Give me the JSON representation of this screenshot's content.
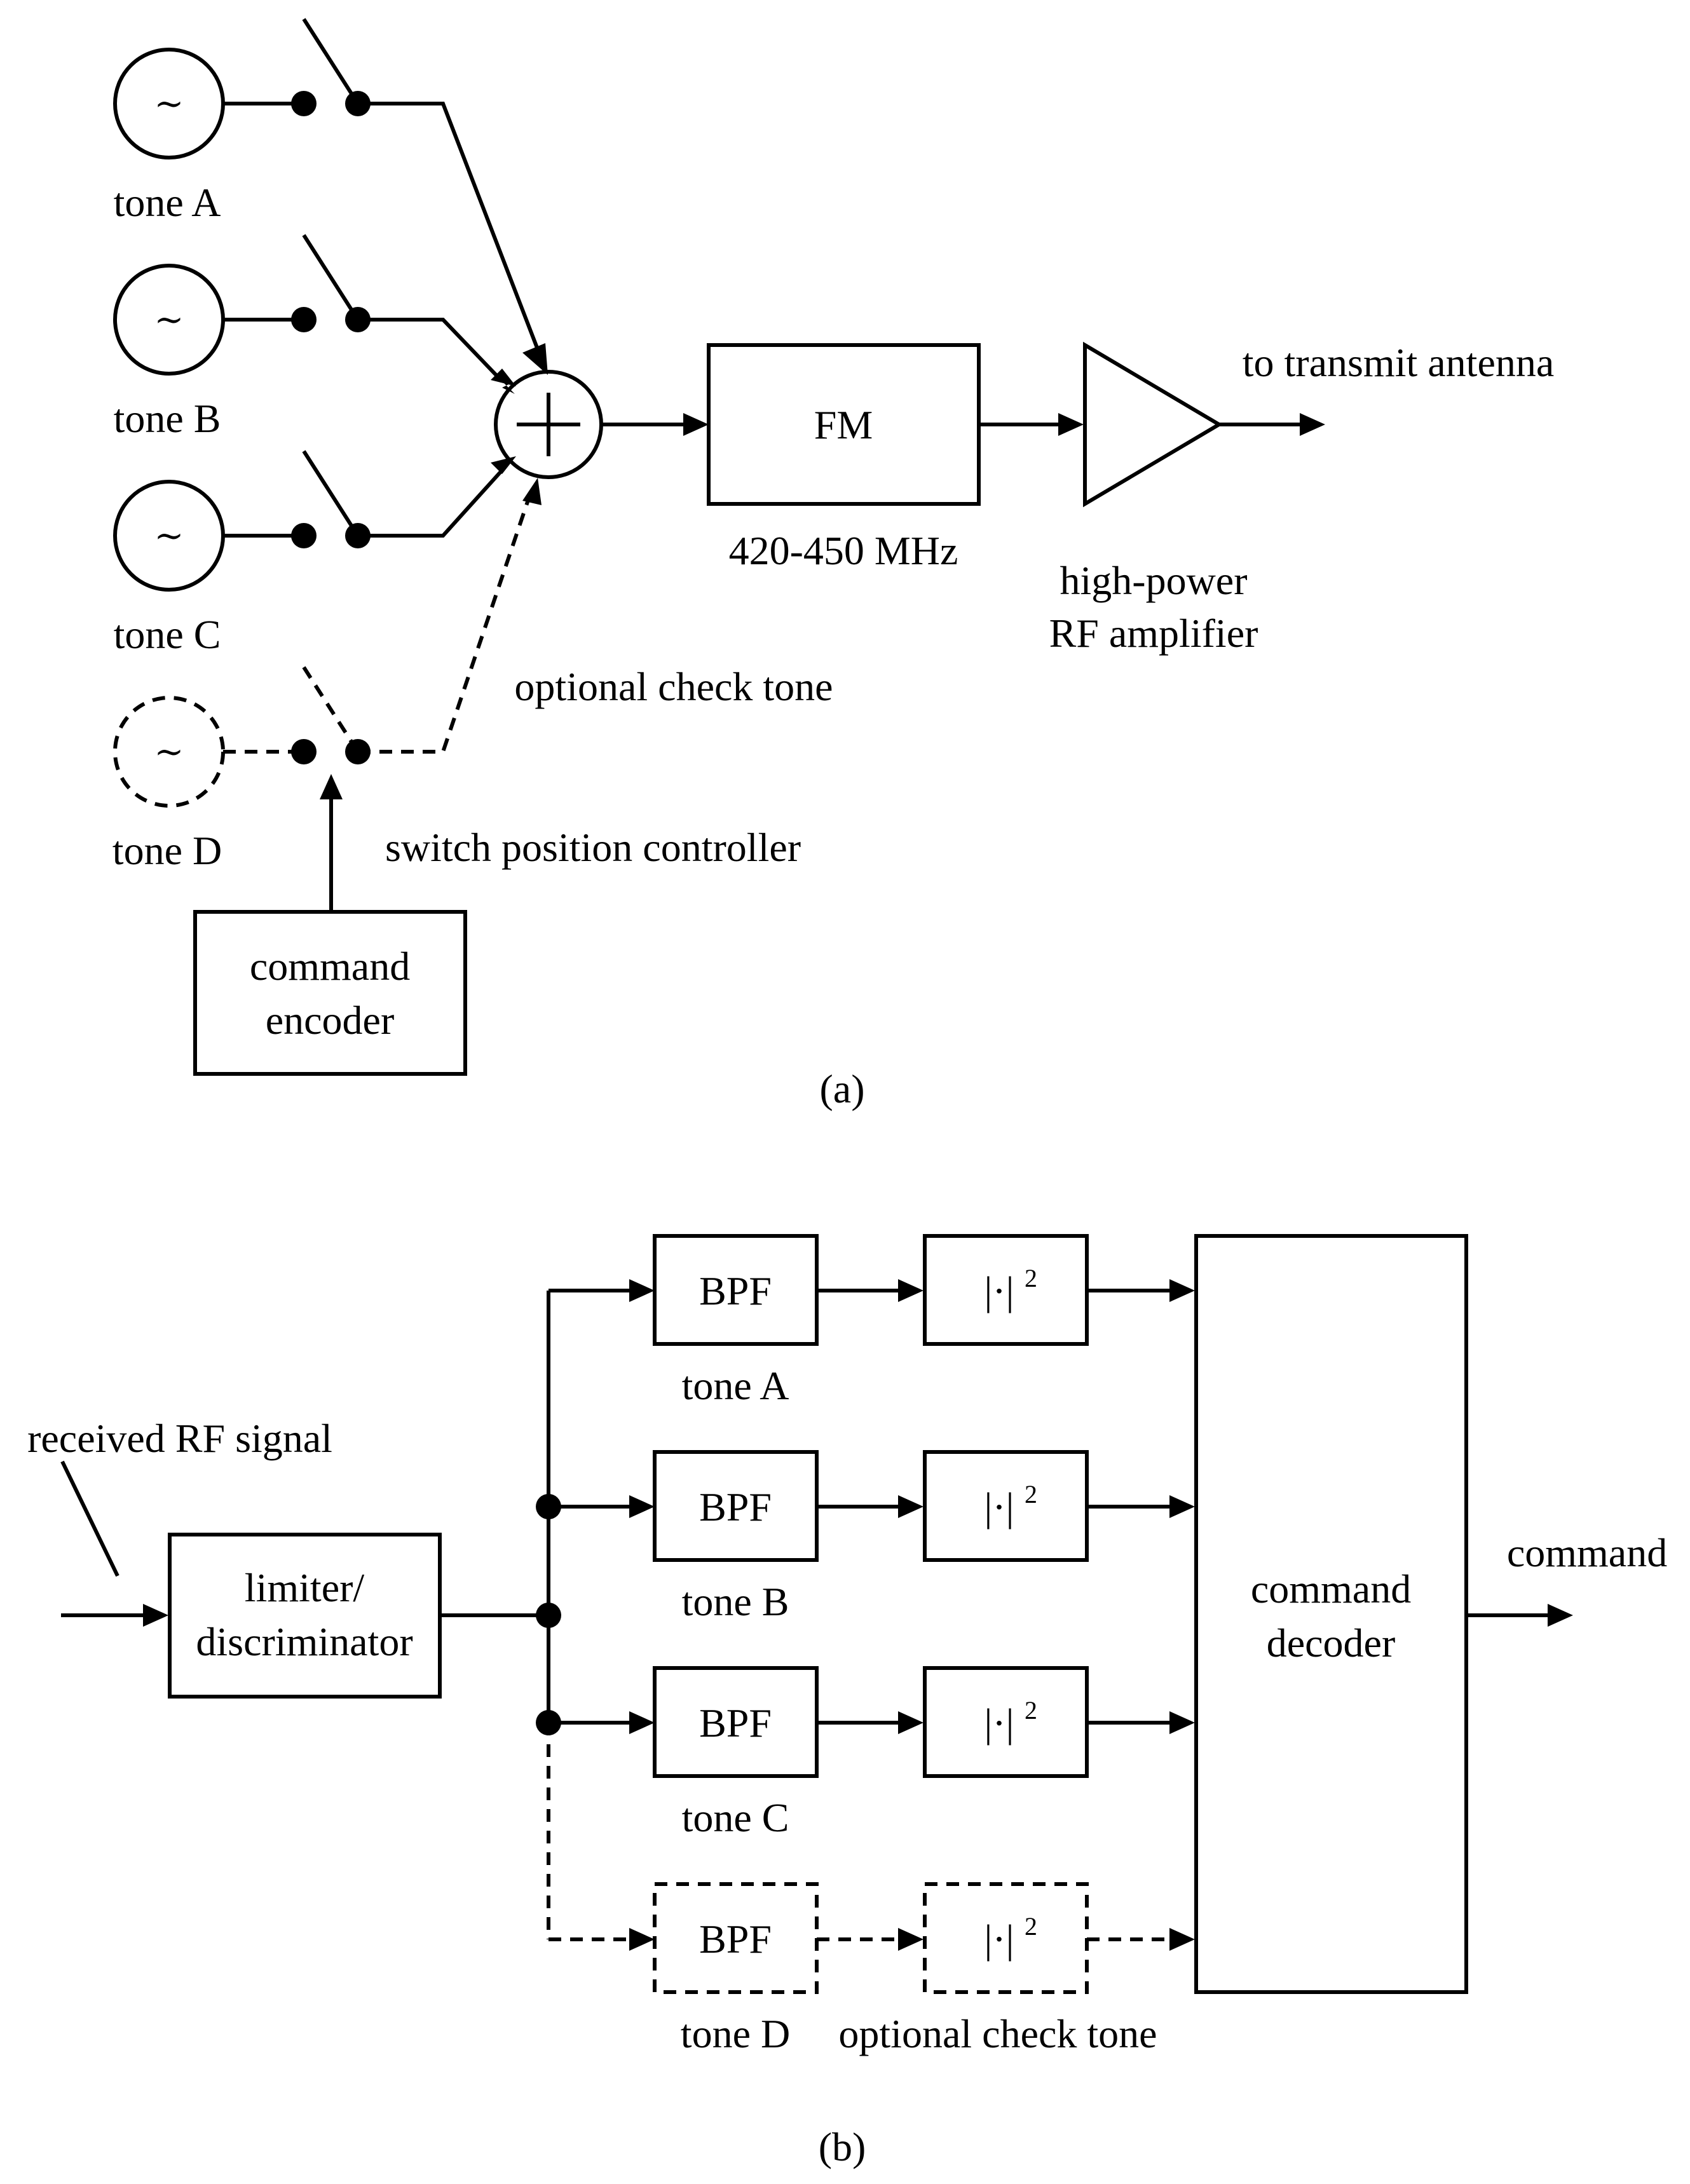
{
  "diagram_a": {
    "tones": [
      {
        "label": "tone A",
        "symbol": "~"
      },
      {
        "label": "tone B",
        "symbol": "~"
      },
      {
        "label": "tone C",
        "symbol": "~"
      },
      {
        "label": "tone D",
        "symbol": "~"
      }
    ],
    "summer_symbol": "+",
    "fm_label": "FM",
    "fm_band": "420-450 MHz",
    "amplifier_label_line1": "high-power",
    "amplifier_label_line2": "RF amplifier",
    "output_label": "to transmit antenna",
    "optional_label": "optional check tone",
    "controller_label": "switch position controller",
    "encoder_line1": "command",
    "encoder_line2": "encoder",
    "caption": "(a)"
  },
  "diagram_b": {
    "input_label": "received RF signal",
    "limiter_line1": "limiter/",
    "limiter_line2": "discriminator",
    "bpf_label": "BPF",
    "square_label": "|·|",
    "square_exp": "2",
    "branches": [
      {
        "label": "tone A"
      },
      {
        "label": "tone B"
      },
      {
        "label": "tone C"
      },
      {
        "label": "tone D"
      }
    ],
    "optional_label": "optional check tone",
    "decoder_line1": "command",
    "decoder_line2": "decoder",
    "output_label": "command",
    "caption": "(b)"
  }
}
